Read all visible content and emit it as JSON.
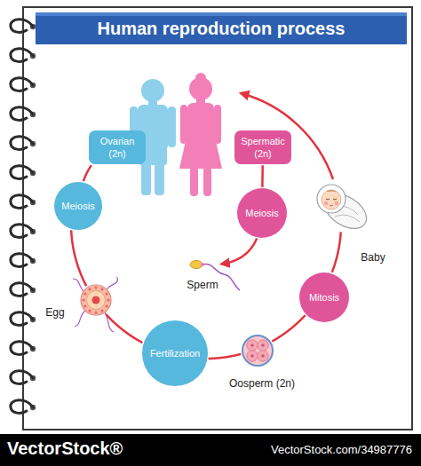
{
  "diagram": {
    "title": "Human reproduction process",
    "nodes": [
      {
        "text": [
          "Ovarian (2n)"
        ]
      },
      {
        "text": [
          "Spermatic (2n)"
        ]
      },
      {
        "text": [
          "Meiosis"
        ]
      },
      {
        "text": [
          "Meiosis"
        ]
      },
      {
        "text": [
          "Baby"
        ]
      },
      {
        "text": [
          "Egg"
        ]
      },
      {
        "text": [
          "Sperm"
        ]
      },
      {
        "text": [
          "Mitosis"
        ]
      },
      {
        "text": [
          "Fertilization"
        ]
      },
      {
        "text": [
          "Oosperm (2n)"
        ]
      }
    ],
    "edges": [
      {
        "from": 0,
        "to": 2,
        "arrow": "none"
      },
      {
        "from": 2,
        "to": 5,
        "arrow": "none"
      },
      {
        "from": 5,
        "to": 8,
        "arrow": "none"
      },
      {
        "from": 8,
        "to": 9,
        "arrow": "none"
      },
      {
        "from": 9,
        "to": 7,
        "arrow": "none"
      },
      {
        "from": 7,
        "to": 4,
        "arrow": "none"
      },
      {
        "from": 1,
        "to": 3,
        "arrow": "none"
      },
      {
        "from": 3,
        "to": 6,
        "arrow": "to"
      }
    ],
    "labels": [
      "VectorStock®",
      "VectorStock.com/34987776"
    ]
  }
}
